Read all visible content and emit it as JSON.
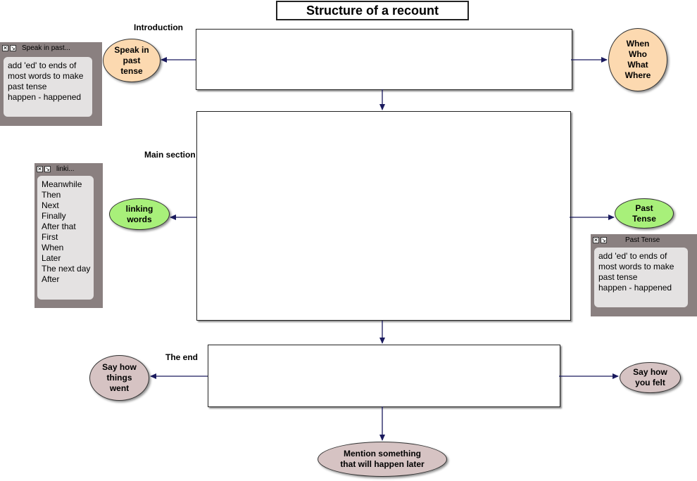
{
  "title": "Structure of a recount",
  "labels": {
    "introduction": "Introduction",
    "main_section": "Main section",
    "the_end": "The end"
  },
  "ovals": {
    "speak_in_past_tense": "Speak in\npast\ntense",
    "when_who_what_where": "When\nWho\nWhat\nWhere",
    "linking_words": "linking\nwords",
    "past_tense": "Past\nTense",
    "say_how_things_went": "Say how\nthings\nwent",
    "say_how_you_felt": "Say how\nyou felt",
    "mention_something": "Mention something\nthat will happen later"
  },
  "notes": {
    "speak": {
      "title": "Speak in past...",
      "lines": [
        "add 'ed' to ends of",
        "most words to make",
        "past tense",
        "happen - happened"
      ]
    },
    "linking": {
      "title": "linki...",
      "lines": [
        "Meanwhile",
        "Then",
        "Next",
        "Finally",
        "After that",
        "First",
        "When",
        "Later",
        "The next day",
        "After"
      ]
    },
    "past": {
      "title": "Past Tense",
      "lines": [
        "add 'ed' to ends of",
        "most words to make",
        "past tense",
        "happen - happened"
      ]
    }
  },
  "colors": {
    "orange": "#fcd9b0",
    "green": "#a8f07a",
    "mauve": "#d6c3c3",
    "arrow": "#1a1a5e",
    "note_frame": "#8a8080",
    "note_body": "#e4e2e2"
  }
}
